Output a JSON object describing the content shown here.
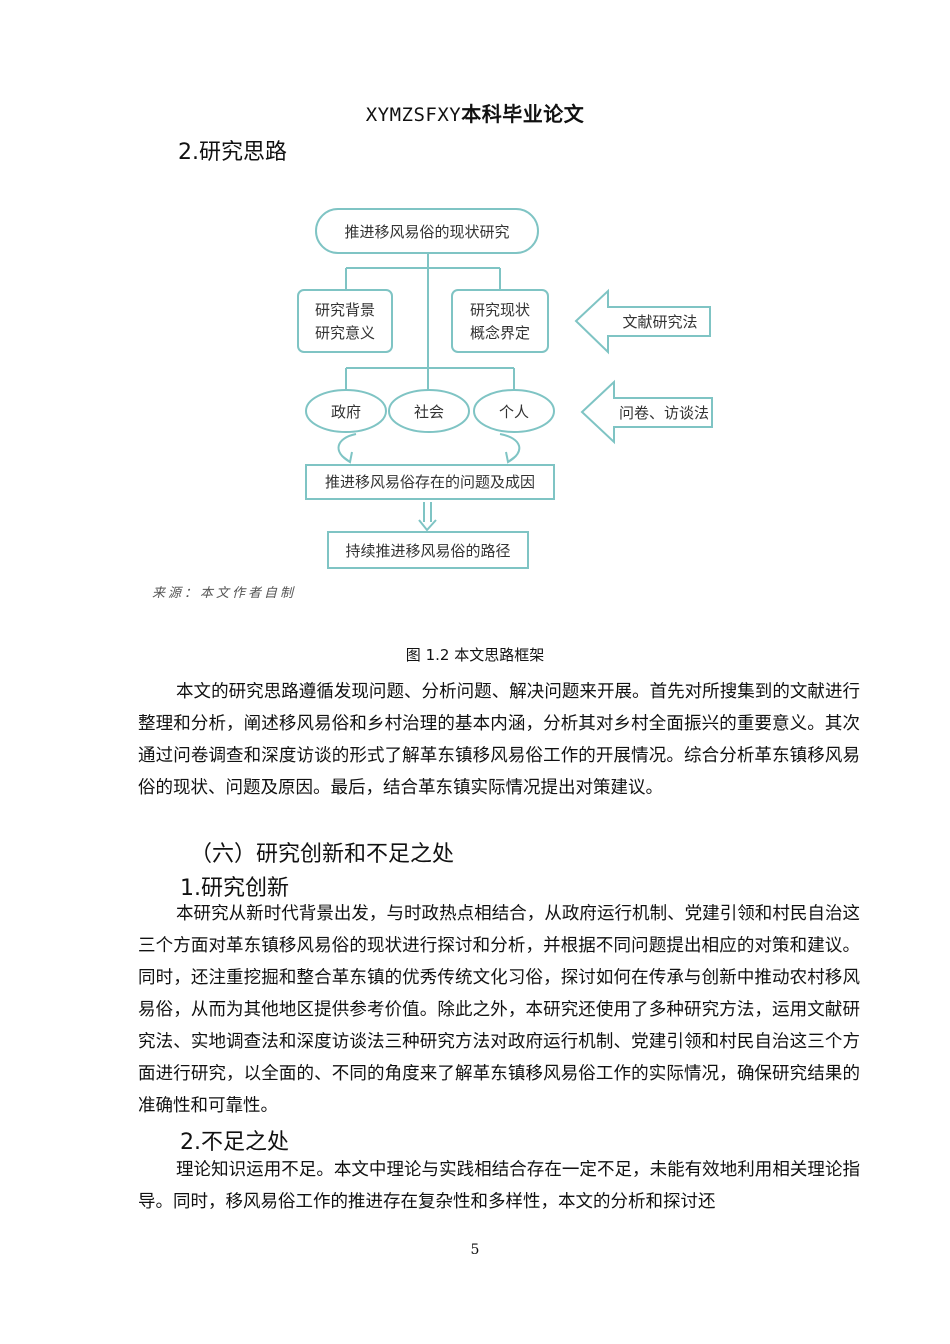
{
  "header": {
    "latin": "XYMZSFXY",
    "cn": "本科毕业论文"
  },
  "section_2_title": "2.研究思路",
  "diagram": {
    "top_box": "推进移风易俗的现状研究",
    "left_box_line1": "研究背景",
    "left_box_line2": "研究意义",
    "mid_box_line1": "研究现状",
    "mid_box_line2": "概念界定",
    "arrow1_label": "文献研究法",
    "oval_1": "政府",
    "oval_2": "社会",
    "oval_3": "个人",
    "arrow2_label": "问卷、访谈法",
    "problem_box": "推进移风易俗存在的问题及成因",
    "path_box": "持续推进移风易俗的路径",
    "colors": {
      "teal": "#7fc4c4",
      "text": "#333333"
    }
  },
  "source_note": "来源：本文作者自制",
  "figure_caption": "图 1.2  本文思路框架",
  "para1": "本文的研究思路遵循发现问题、分析问题、解决问题来开展。首先对所搜集到的文献进行整理和分析，阐述移风易俗和乡村治理的基本内涵，分析其对乡村全面振兴的重要意义。其次通过问卷调查和深度访谈的形式了解革东镇移风易俗工作的开展情况。综合分析革东镇移风易俗的现状、问题及原因。最后，结合革东镇实际情况提出对策建议。",
  "section_6_title": "（六）研究创新和不足之处",
  "sub1_title": "1.研究创新",
  "para2": "本研究从新时代背景出发，与时政热点相结合，从政府运行机制、党建引领和村民自治这三个方面对革东镇移风易俗的现状进行探讨和分析，并根据不同问题提出相应的对策和建议。同时，还注重挖掘和整合革东镇的优秀传统文化习俗，探讨如何在传承与创新中推动农村移风易俗，从而为其他地区提供参考价值。除此之外，本研究还使用了多种研究方法，运用文献研究法、实地调查法和深度访谈法三种研究方法对政府运行机制、党建引领和村民自治这三个方面进行研究，以全面的、不同的角度来了解革东镇移风易俗工作的实际情况，确保研究结果的准确性和可靠性。",
  "sub2_title": "2.不足之处",
  "para3": "理论知识运用不足。本文中理论与实践相结合存在一定不足，未能有效地利用相关理论指导。同时，移风易俗工作的推进存在复杂性和多样性，本文的分析和探讨还",
  "page_number": "5"
}
